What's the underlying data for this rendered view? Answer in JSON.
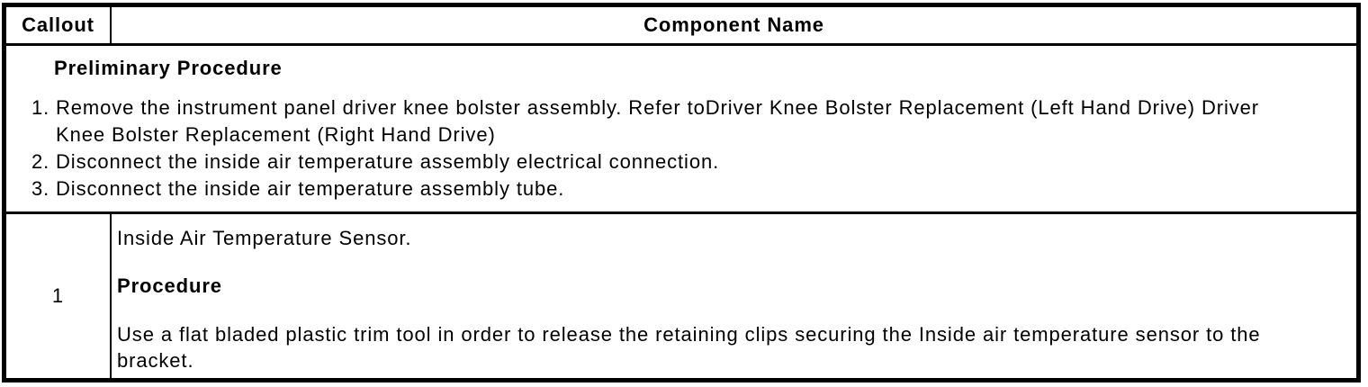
{
  "table": {
    "header": {
      "callout_label": "Callout",
      "component_name_label": "Component Name"
    },
    "preliminary": {
      "title": "Preliminary Procedure",
      "steps": [
        {
          "num": "1.",
          "text": "Remove the instrument panel driver knee bolster assembly. Refer toDriver Knee Bolster Replacement (Left Hand Drive) Driver Knee Bolster Replacement (Right Hand Drive)"
        },
        {
          "num": "2.",
          "text": "Disconnect the inside air temperature assembly electrical connection."
        },
        {
          "num": "3.",
          "text": "Disconnect the inside air temperature assembly tube."
        }
      ]
    },
    "rows": [
      {
        "callout": "1",
        "component": "Inside Air Temperature Sensor.",
        "procedure_label": "Procedure",
        "procedure_text": "Use a flat bladed plastic trim tool in order to release the retaining clips securing the Inside air temperature sensor to the bracket."
      }
    ]
  }
}
